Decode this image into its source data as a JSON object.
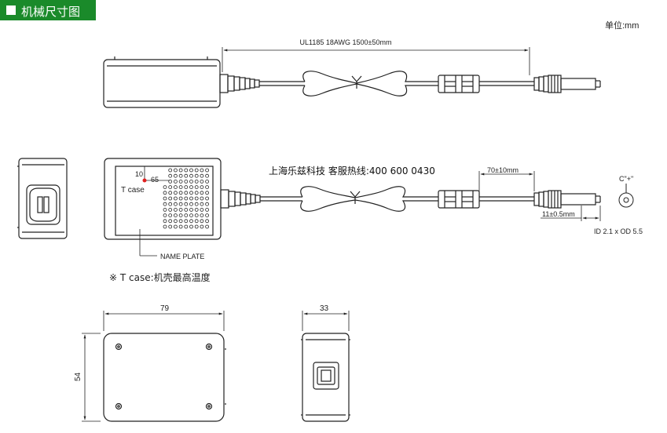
{
  "header": {
    "title": "机械尺寸图"
  },
  "unit_label": "单位:mm",
  "cable_spec": "UL1185 18AWG 1500±50mm",
  "watermark_text": "上海乐兹科技 客服热线:400 600 0430",
  "dim_70": "70±10mm",
  "dim_11": "11±0.5mm",
  "polarity": "C\"+\"",
  "plug_spec": "ID 2.1 x OD 5.5",
  "tcase_label": "T case",
  "tcase_10": "10",
  "tcase_65": "65",
  "nameplate_label": "NAME PLATE",
  "tcase_note": "※ T case:机壳最高温度",
  "dim_width": "79",
  "dim_height": "54",
  "dim_depth": "33",
  "colors": {
    "header_bg": "#1a8a2a",
    "line": "#222222",
    "tcase_dot": "#e02020"
  }
}
